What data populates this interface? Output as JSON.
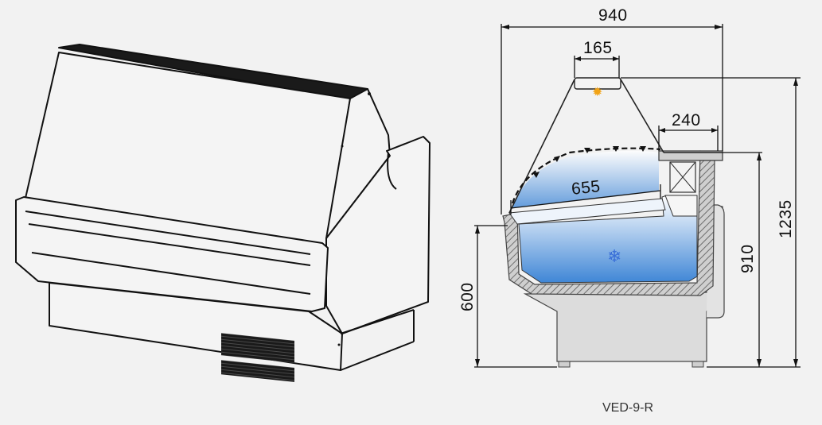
{
  "dimensions": {
    "overall_depth": "940",
    "lamp_width": "165",
    "top_shelf_depth": "240",
    "display_depth": "655",
    "overall_height": "1235",
    "counter_height": "910",
    "base_height": "600"
  },
  "model_label": "VED-9-R",
  "icons": {
    "cooling": "snowflake-icon",
    "lighting": "light-sun-icon"
  },
  "colors": {
    "background": "#f2f2f2",
    "cold_zone_top": "#ffffff",
    "cold_zone_bottom": "#3f86d6",
    "insulation_hatch": "#8c8c8c",
    "base": "#dcdcdc",
    "line": "#111111"
  }
}
